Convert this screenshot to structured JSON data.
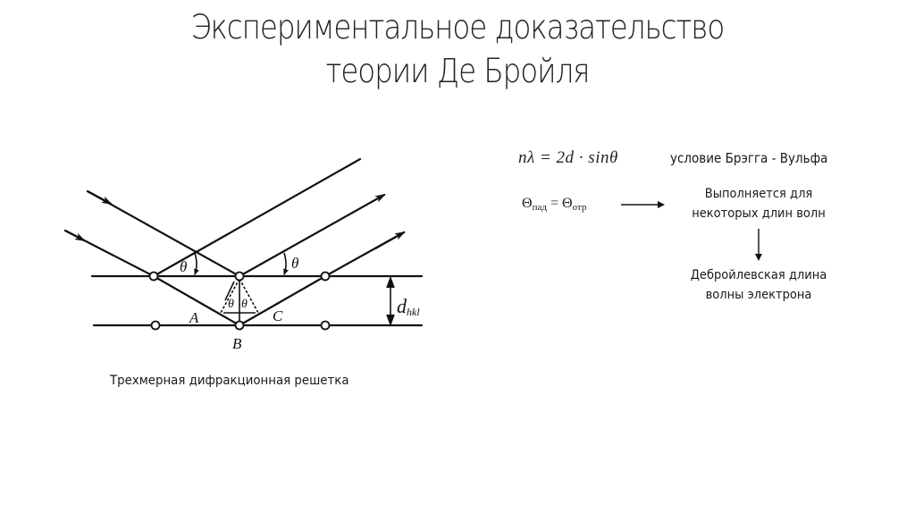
{
  "slide": {
    "title_line1": "Экспериментальное доказательство",
    "title_line2": "теории Де Бройля"
  },
  "diagram": {
    "caption": "Трехмерная дифракционная решетка",
    "labels": {
      "theta": "θ",
      "point_a": "A",
      "point_b": "B",
      "point_c": "C",
      "d_main": "d",
      "d_sub": "hkl"
    },
    "line_color": "#111111",
    "node_fill": "#ffffff"
  },
  "right_panel": {
    "bragg_formula": "nλ = 2d · sinθ",
    "bragg_label": "условие Брэгга - Вульфа",
    "theta_equality": {
      "lhs": "Θ",
      "lhs_sub": "пад",
      "eq": " = ",
      "rhs": "Θ",
      "rhs_sub": "отр"
    },
    "condition_line1": "Выполняется для",
    "condition_line2": "некоторых длин волн",
    "result_line1": "Дебройлевская длина",
    "result_line2": "волны электрона"
  }
}
